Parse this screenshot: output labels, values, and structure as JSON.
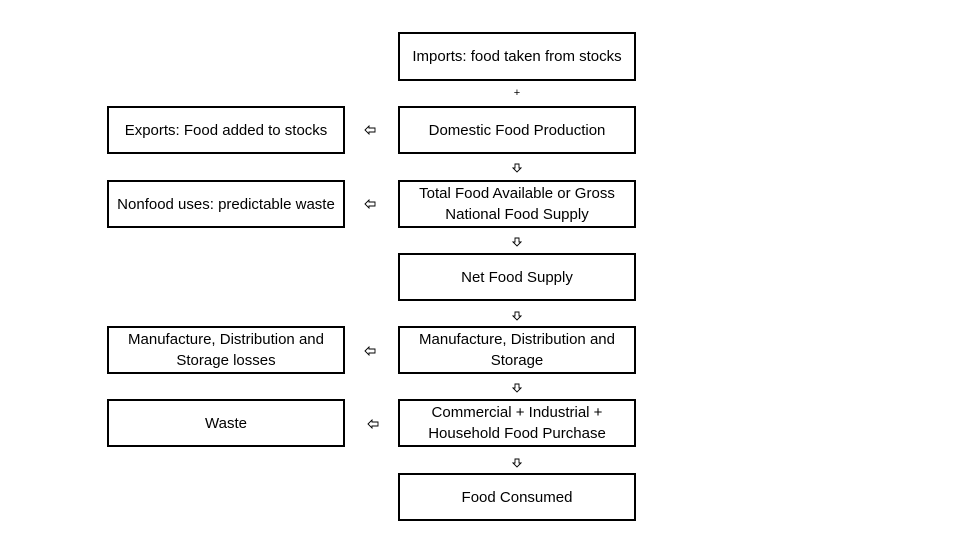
{
  "right_column": {
    "imports": "Imports: food taken from stocks",
    "plus": "+",
    "domestic": "Domestic Food Production",
    "total": "Total Food Available or Gross National Food Supply",
    "net": "Net Food Supply",
    "mds": "Manufacture, Distribution and Storage",
    "purchase": "Commercial + Industrial + Household Food Purchase",
    "consumed": "Food Consumed"
  },
  "left_column": {
    "exports": "Exports: Food added to stocks",
    "nonfood": "Nonfood uses: predictable waste",
    "losses": "Manufacture, Distribution and Storage losses",
    "waste": "Waste"
  },
  "arrow_icons": {
    "down": "down-arrow-icon",
    "left": "left-arrow-icon"
  }
}
